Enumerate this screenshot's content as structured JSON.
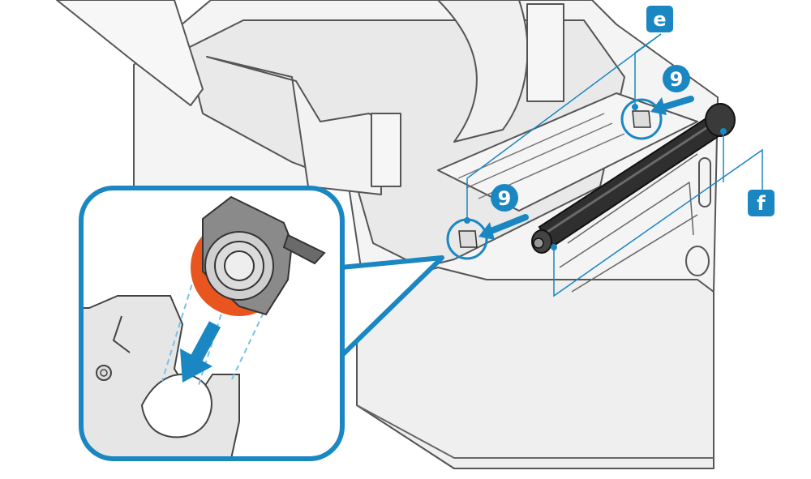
{
  "callouts": {
    "e": {
      "label": "e"
    },
    "f": {
      "label": "f"
    },
    "step_top": {
      "label": "9"
    },
    "step_bottom": {
      "label": "9"
    }
  },
  "colors": {
    "accent": "#1a87c2",
    "inset_frame": "#1a87c2",
    "bushing_highlight": "#e8551f",
    "roller": "#2f2f2f",
    "printer_body": "#f4f4f4",
    "outline": "#555555",
    "metal_plate": "#e6e6e6"
  },
  "icons": {
    "arrow": "blue-arrow-icon",
    "detail_arrow": "down-arrow-icon"
  }
}
